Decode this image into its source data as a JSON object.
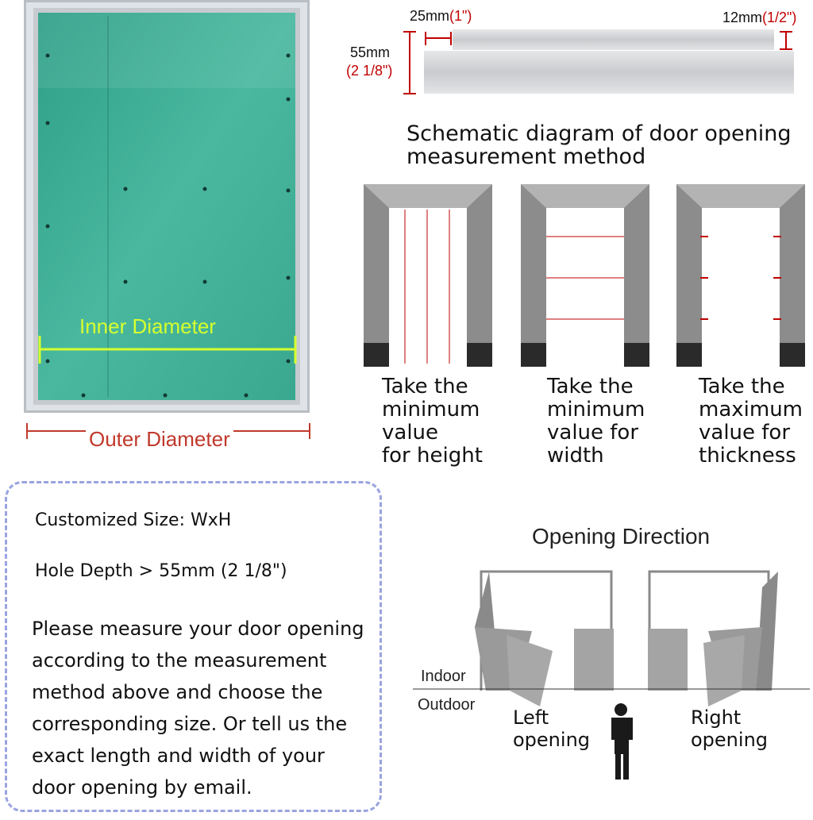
{
  "panel": {
    "inner_label": "Inner Diameter",
    "outer_label": "Outer Diameter",
    "colors": {
      "board": "#3fae97",
      "frame": "#c8ccd1",
      "inner_line": "#d6ff2e",
      "outer_line": "#c0392b"
    }
  },
  "profile": {
    "flange_width": "25mm",
    "flange_width_inch": "(1\")",
    "flange_thickness": "12mm",
    "flange_thickness_inch": "(1/2\")",
    "depth": "55mm",
    "depth_inch": "(2 1/8\")"
  },
  "schematic": {
    "title": "Schematic diagram of door opening measurement method",
    "captions": [
      "Take the\nminimum\nvalue\nfor height",
      "Take the\nminimum\nvalue for\nwidth",
      "Take the\nmaximum\nvalue for\nthickness"
    ]
  },
  "info": {
    "customized_size": "Customized Size: WxH",
    "hole_depth": "Hole Depth > 55mm (2 1/8\")",
    "instructions": "Please measure your door opening according to the measurement method above and choose the corresponding size. Or tell us the exact length and width of your door opening by email."
  },
  "opening": {
    "title": "Opening Direction",
    "indoor": "Indoor",
    "outdoor": "Outdoor",
    "left_caption": "Left\nopening",
    "right_caption": "Right\nopening"
  }
}
